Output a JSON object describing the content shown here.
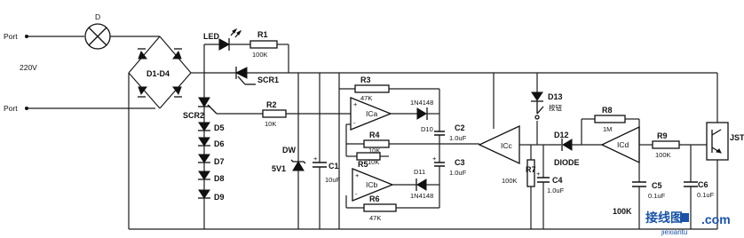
{
  "mains": {
    "port_top": "Port",
    "port_bottom": "Port",
    "voltage": "220V"
  },
  "lamp": {
    "label": "D"
  },
  "bridge": {
    "label": "D1-D4"
  },
  "led": {
    "label": "LED"
  },
  "scr1": {
    "label": "SCR1"
  },
  "scr2": {
    "label": "SCR2"
  },
  "diodes_chain": [
    "D5",
    "D6",
    "D7",
    "D8",
    "D9"
  ],
  "resistors": {
    "r1": {
      "name": "R1",
      "value": "100K"
    },
    "r2": {
      "name": "R2",
      "value": "10K"
    },
    "r3": {
      "name": "R3",
      "value": "47K"
    },
    "r4": {
      "name": "R4",
      "value": "10K"
    },
    "r5": {
      "name": "R5",
      "value": "10K"
    },
    "r6": {
      "name": "R6",
      "value": "47K"
    },
    "r7": {
      "name": "R7",
      "value": "100K"
    },
    "r8": {
      "name": "R8",
      "value": "1M"
    },
    "r9": {
      "name": "R9",
      "value": "100K"
    },
    "r_bottom": {
      "value": "100K"
    }
  },
  "zener": {
    "name": "DW",
    "value": "5V1"
  },
  "capacitors": {
    "c1": {
      "name": "C1",
      "value": "10uF"
    },
    "c2": {
      "name": "C2",
      "value": "1.0uF"
    },
    "c3": {
      "name": "C3",
      "value": "1.0uF"
    },
    "c4": {
      "name": "C4",
      "value": "1.0uF"
    },
    "c5": {
      "name": "C5",
      "value": "0.1uF"
    },
    "c6": {
      "name": "C6",
      "value": "0.1uF"
    }
  },
  "opamps": {
    "ica": "ICa",
    "icb": "ICb",
    "icc": "ICc",
    "icd": "ICd"
  },
  "small_diodes": {
    "d10": {
      "name": "D10",
      "type": "1N4148"
    },
    "d11": {
      "name": "D11",
      "type": "1N4148"
    },
    "d12": {
      "name": "D12",
      "type": "DIODE"
    }
  },
  "switch_d13": {
    "name": "D13",
    "note": "按钮"
  },
  "sensor": {
    "label": "JST"
  },
  "watermark": {
    "cn": "接线图",
    "url": "jiexiantu",
    "domain": ".com"
  }
}
